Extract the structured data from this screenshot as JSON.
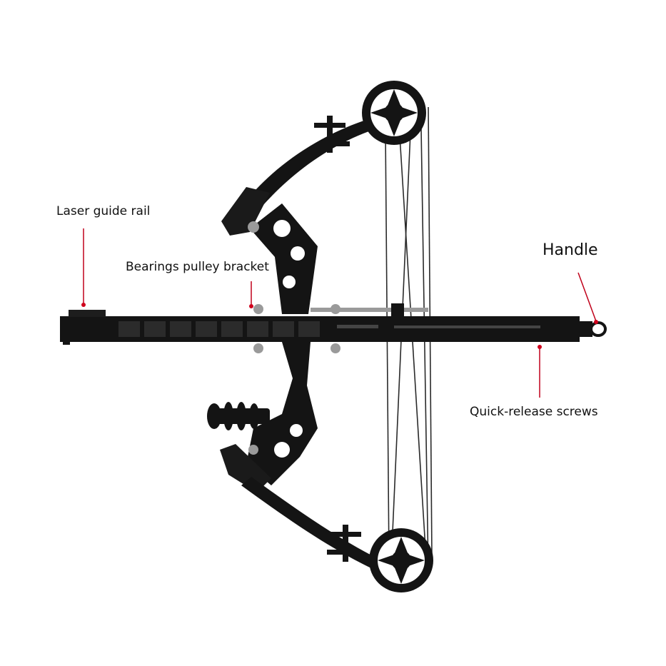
{
  "labels": {
    "laser_guide_rail": "Laser guide rail",
    "bearings_pulley_bracket": "Bearings pulley bracket",
    "handle": "Handle",
    "quick_release_screws": "Quick-release screws"
  },
  "colors": {
    "background": "#ffffff",
    "body": "#141414",
    "leader_line": "#c0001a",
    "leader_dot": "#d0001c",
    "hardware": "#9a9a9a"
  }
}
